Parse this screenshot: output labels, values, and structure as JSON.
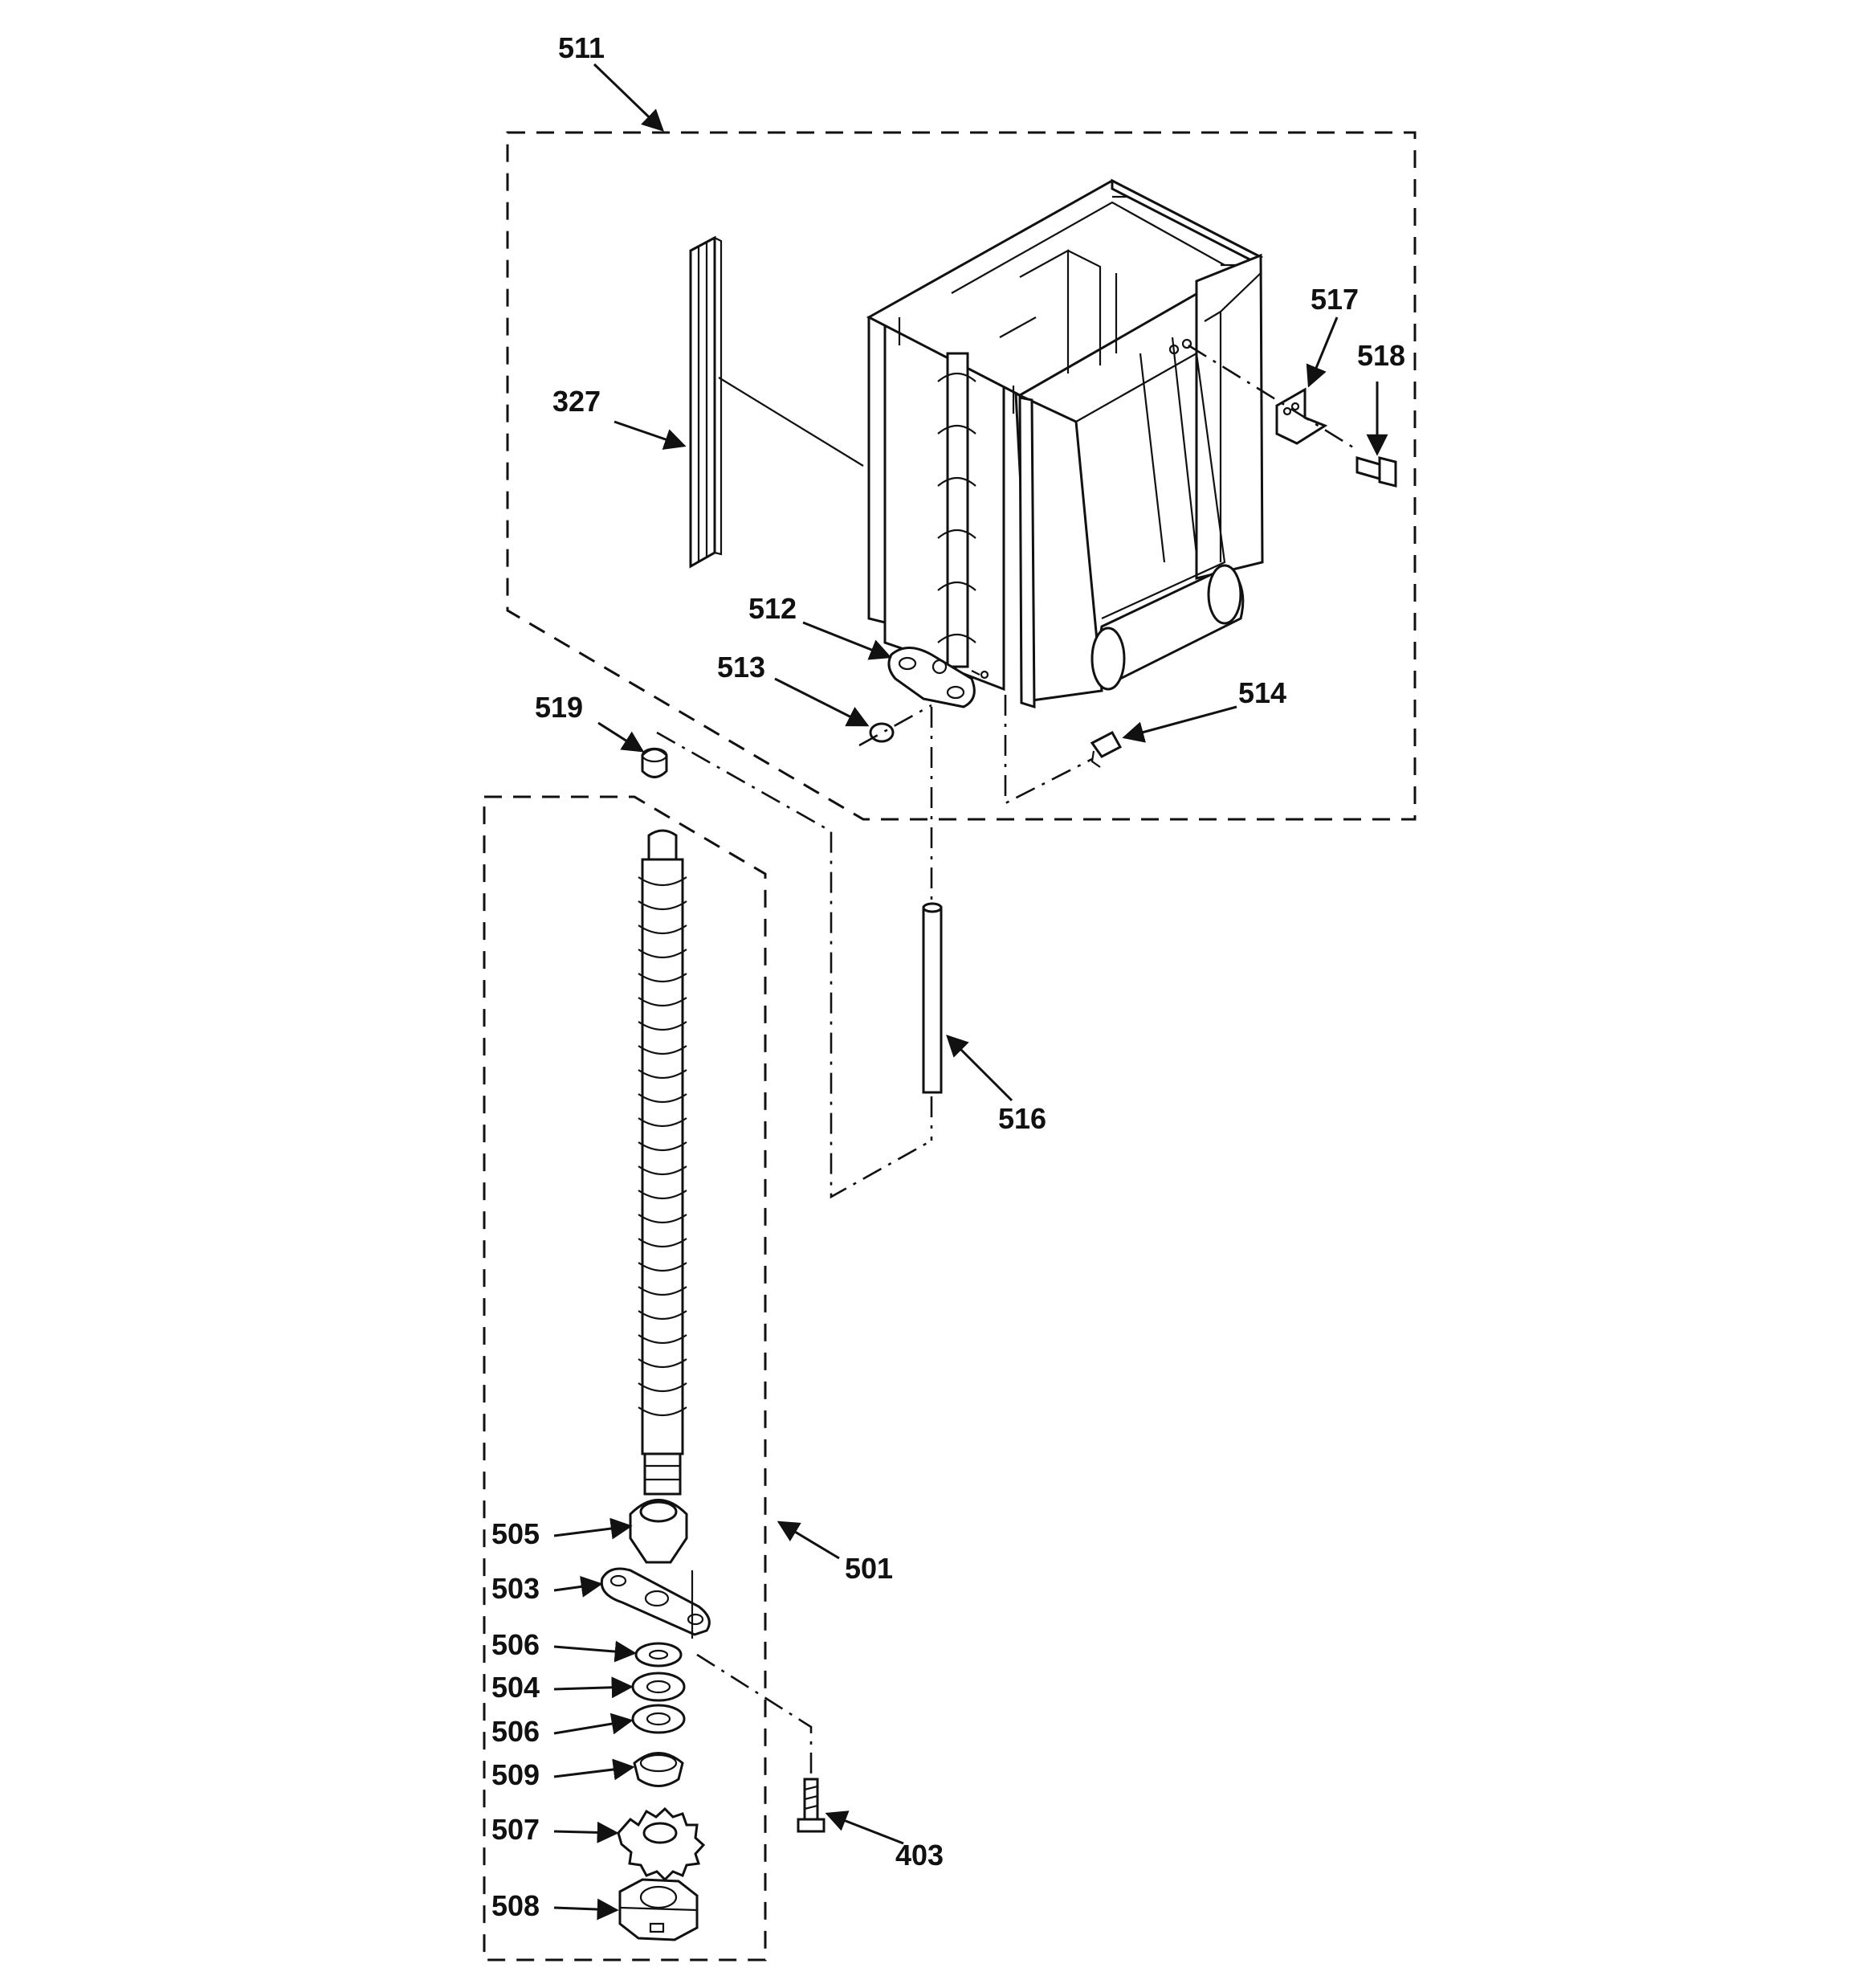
{
  "title": "",
  "callouts": {
    "c511": "511",
    "c327": "327",
    "c517": "517",
    "c518": "518",
    "c512": "512",
    "c513": "513",
    "c514": "514",
    "c519": "519",
    "c516": "516",
    "c505": "505",
    "c501": "501",
    "c503": "503",
    "c506a": "506",
    "c504": "504",
    "c506b": "506",
    "c509": "509",
    "c507": "507",
    "c403": "403",
    "c508": "508"
  }
}
